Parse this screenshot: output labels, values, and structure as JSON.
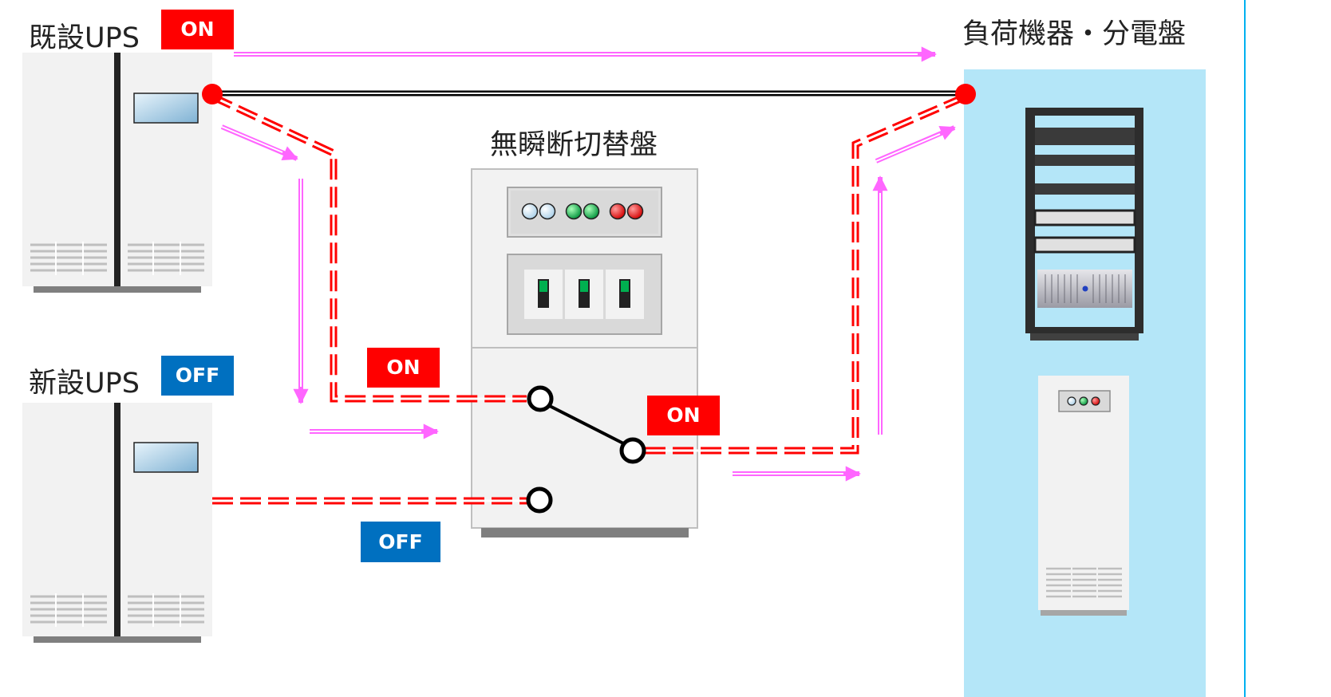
{
  "labels": {
    "existing_ups": "既設UPS",
    "new_ups": "新設UPS",
    "load": "負荷機器・分電盤",
    "switch_panel": "無瞬断切替盤"
  },
  "badges": {
    "existing_ups_state": "ON",
    "new_ups_state": "OFF",
    "input_a_state": "ON",
    "input_b_state": "OFF",
    "output_state": "ON"
  },
  "colors": {
    "on": "#ff0000",
    "off": "#0070c0",
    "power_flow_arrow": "#ff66ff",
    "load_area": "#b4e6f8",
    "frame": "#00b0f0"
  }
}
